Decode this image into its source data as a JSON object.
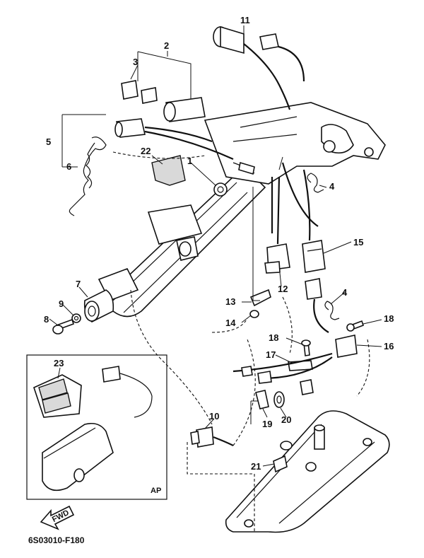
{
  "figure_code": "6S03010-F180",
  "inset_label": "AP",
  "fwd_label": "FWD",
  "callouts": {
    "c1": "1",
    "c2": "2",
    "c3": "3",
    "c4a": "4",
    "c4b": "4",
    "c5": "5",
    "c6": "6",
    "c7": "7",
    "c8": "8",
    "c9": "9",
    "c10": "10",
    "c11": "11",
    "c12": "12",
    "c13": "13",
    "c14": "14",
    "c15": "15",
    "c16": "16",
    "c17": "17",
    "c18a": "18",
    "c18b": "18",
    "c19": "19",
    "c20": "20",
    "c21": "21",
    "c22": "22",
    "c23": "23"
  }
}
